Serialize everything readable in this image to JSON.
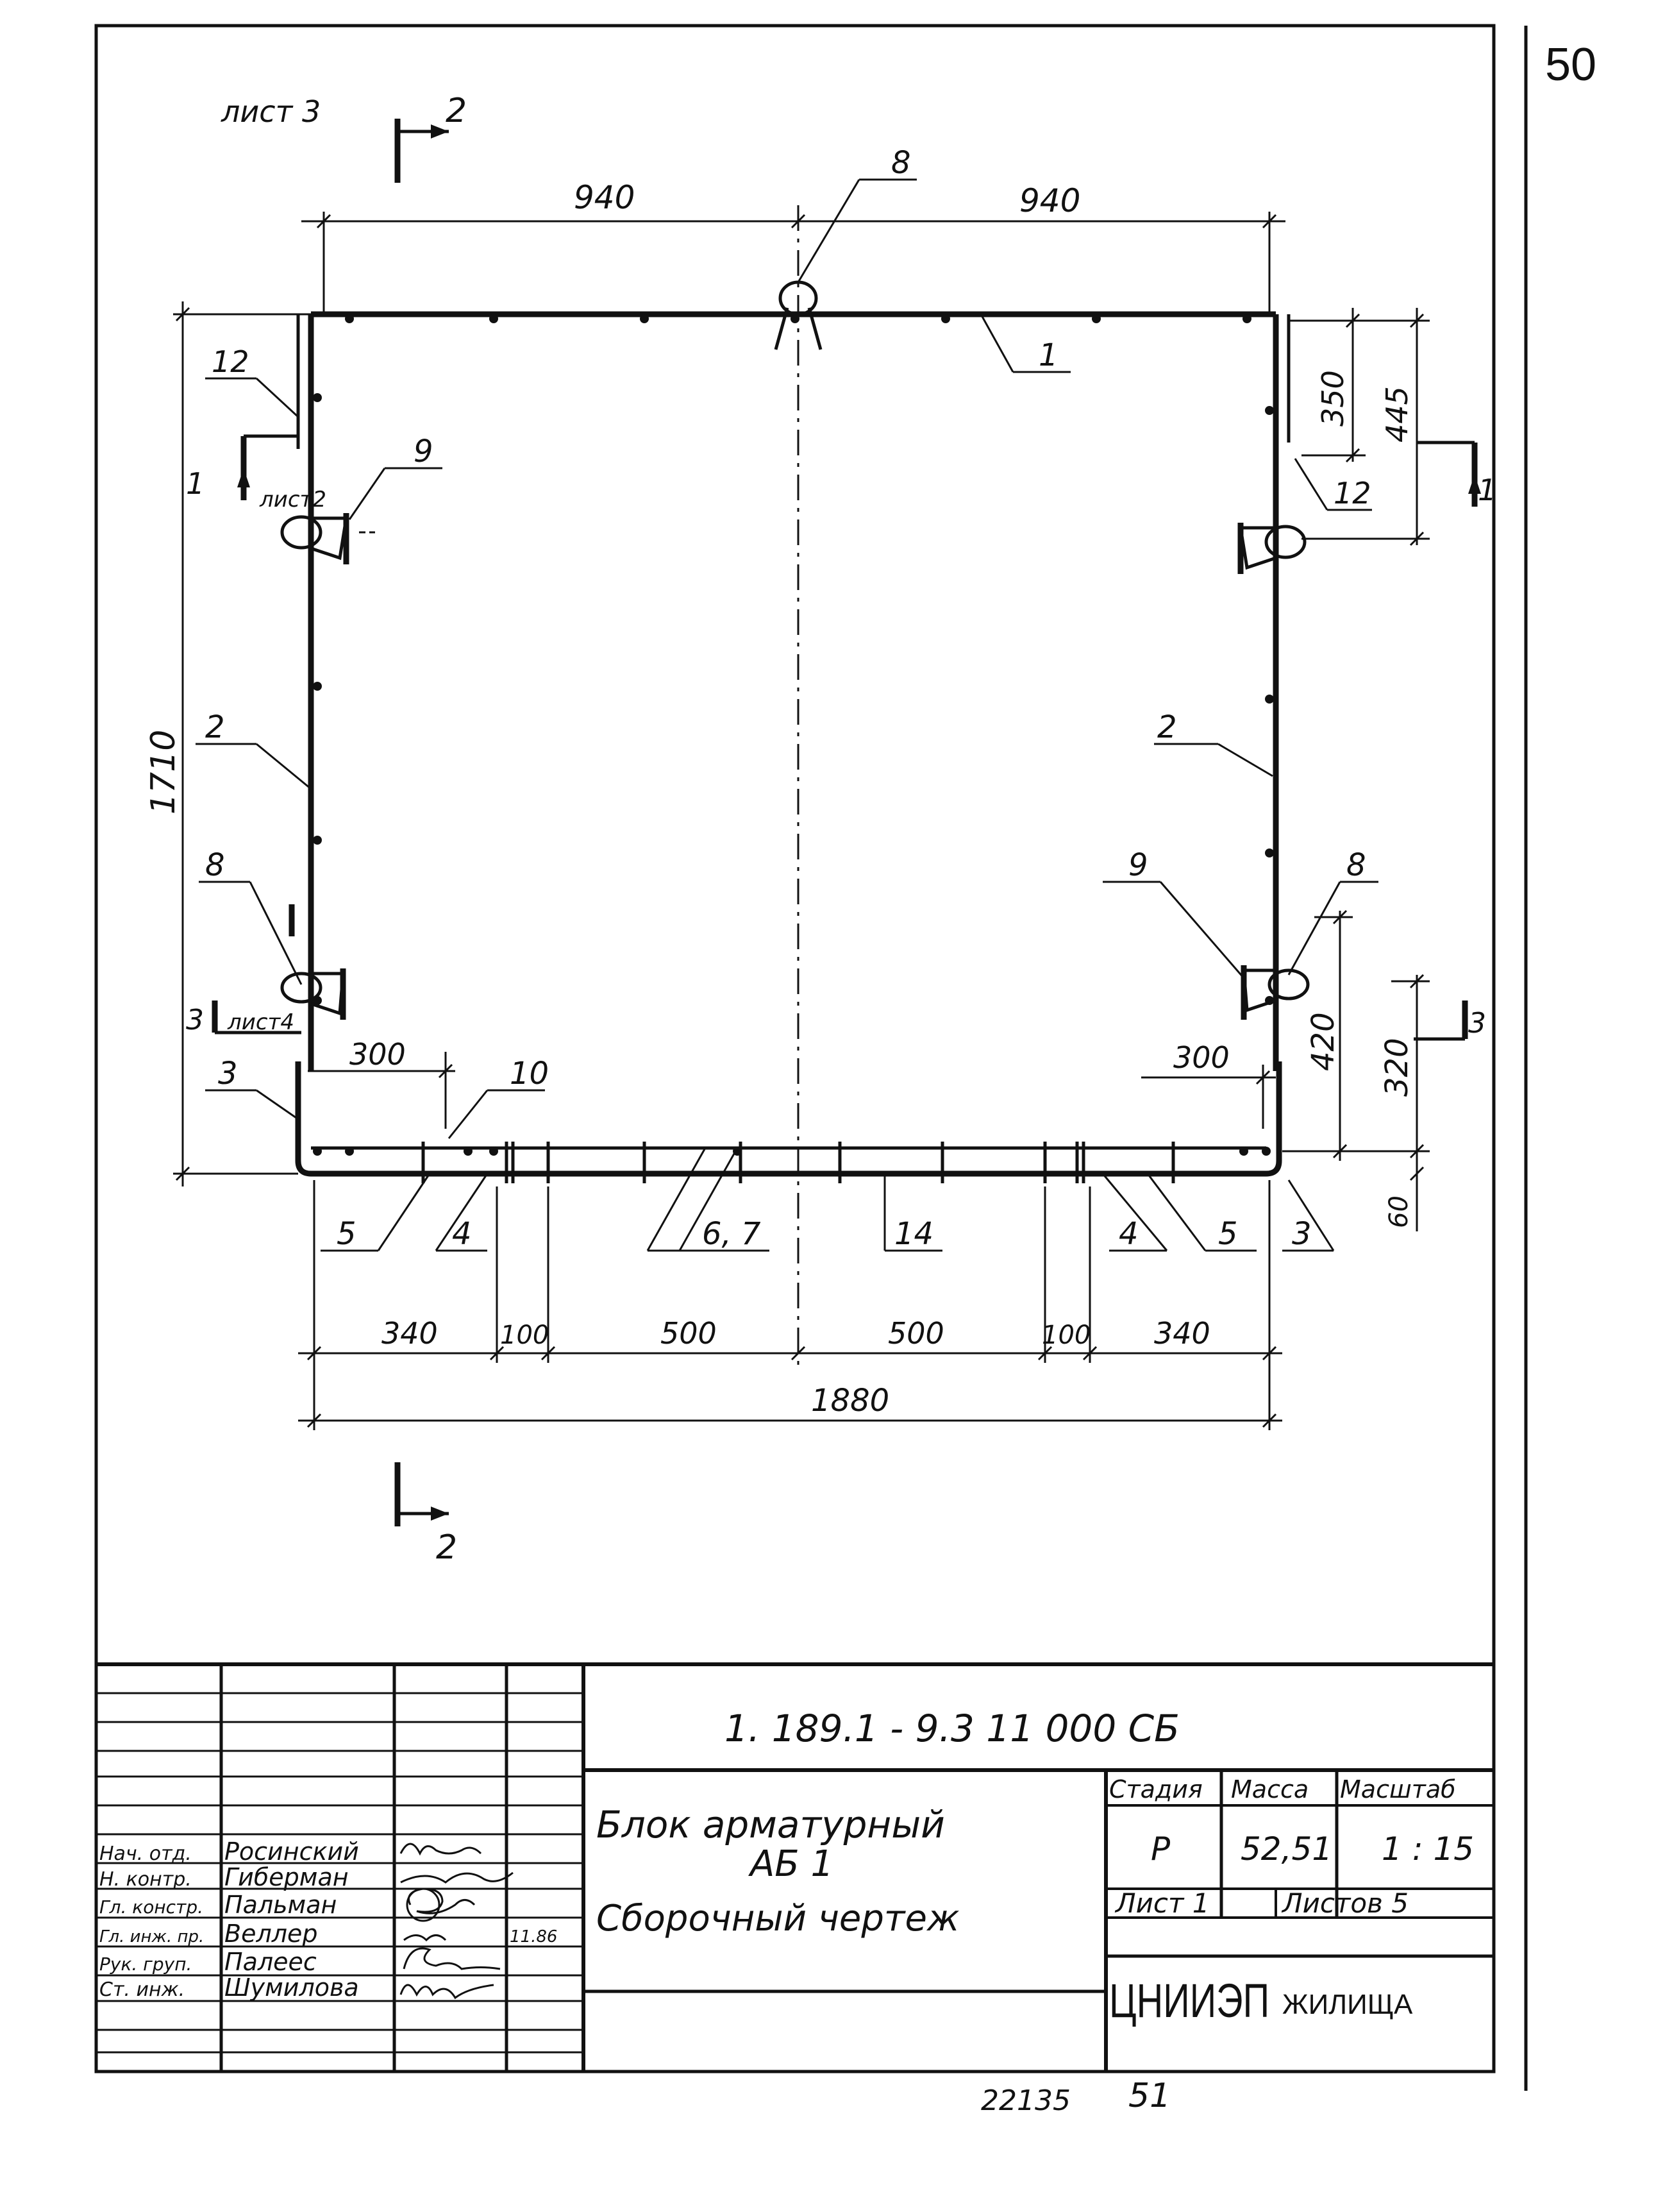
{
  "page_number": "50",
  "drawing": {
    "sheet_ref_top": "лист 3",
    "section_2": "2",
    "section_1": "1",
    "section_3": "3",
    "ref_sheet2": "лист2",
    "ref_sheet4": "лист4",
    "dims": {
      "top_left": "940",
      "top_right": "940",
      "height_total": "1710",
      "right_350": "350",
      "right_445": "445",
      "right_420": "420",
      "right_320": "320",
      "right_60": "60",
      "left_300": "300",
      "right_300": "300",
      "b_340_left": "340",
      "b_100_left": "100",
      "b_500_left": "500",
      "b_500_right": "500",
      "b_100_right": "100",
      "b_340_right": "340",
      "total_1880": "1880"
    },
    "callouts": {
      "c8_top": "8",
      "c1": "1",
      "c12_left": "12",
      "c12_right": "12",
      "c9_left": "9",
      "c2_left": "2",
      "c2_right": "2",
      "c8_left": "8",
      "c9_right": "9",
      "c8_right": "8",
      "c3_left": "3",
      "c10": "10",
      "c5_left": "5",
      "c4_left": "4",
      "c67": "6, 7",
      "c14": "14",
      "c4_right": "4",
      "c5_right": "5",
      "c3_right": "3"
    }
  },
  "title_block": {
    "doc_code": "1. 189.1 - 9.3   11 000 СБ",
    "title_line1": "Блок арматурный",
    "title_line2": "АБ 1",
    "title_line3": "Сборочный чертеж",
    "col_stage": "Стадия",
    "col_mass": "Масса",
    "col_scale": "Масштаб",
    "stage": "Р",
    "mass": "52,51",
    "scale": "1 : 15",
    "sheet": "Лист 1",
    "sheets": "Листов 5",
    "org_logo": "ЦНИИЭП",
    "org_name": "ЖИЛИЩА",
    "date": "11.86",
    "people": [
      {
        "role": "Нач. отд.",
        "name": "Росинский"
      },
      {
        "role": "Н. контр.",
        "name": "Гиберман"
      },
      {
        "role": "Гл. констр.",
        "name": "Пальман"
      },
      {
        "role": "Гл. инж. пр.",
        "name": "Веллер"
      },
      {
        "role": "Рук. груп.",
        "name": "Палеес"
      },
      {
        "role": "Ст. инж.",
        "name": "Шумилова"
      }
    ]
  },
  "footer": {
    "inventory": "22135",
    "page": "51"
  }
}
